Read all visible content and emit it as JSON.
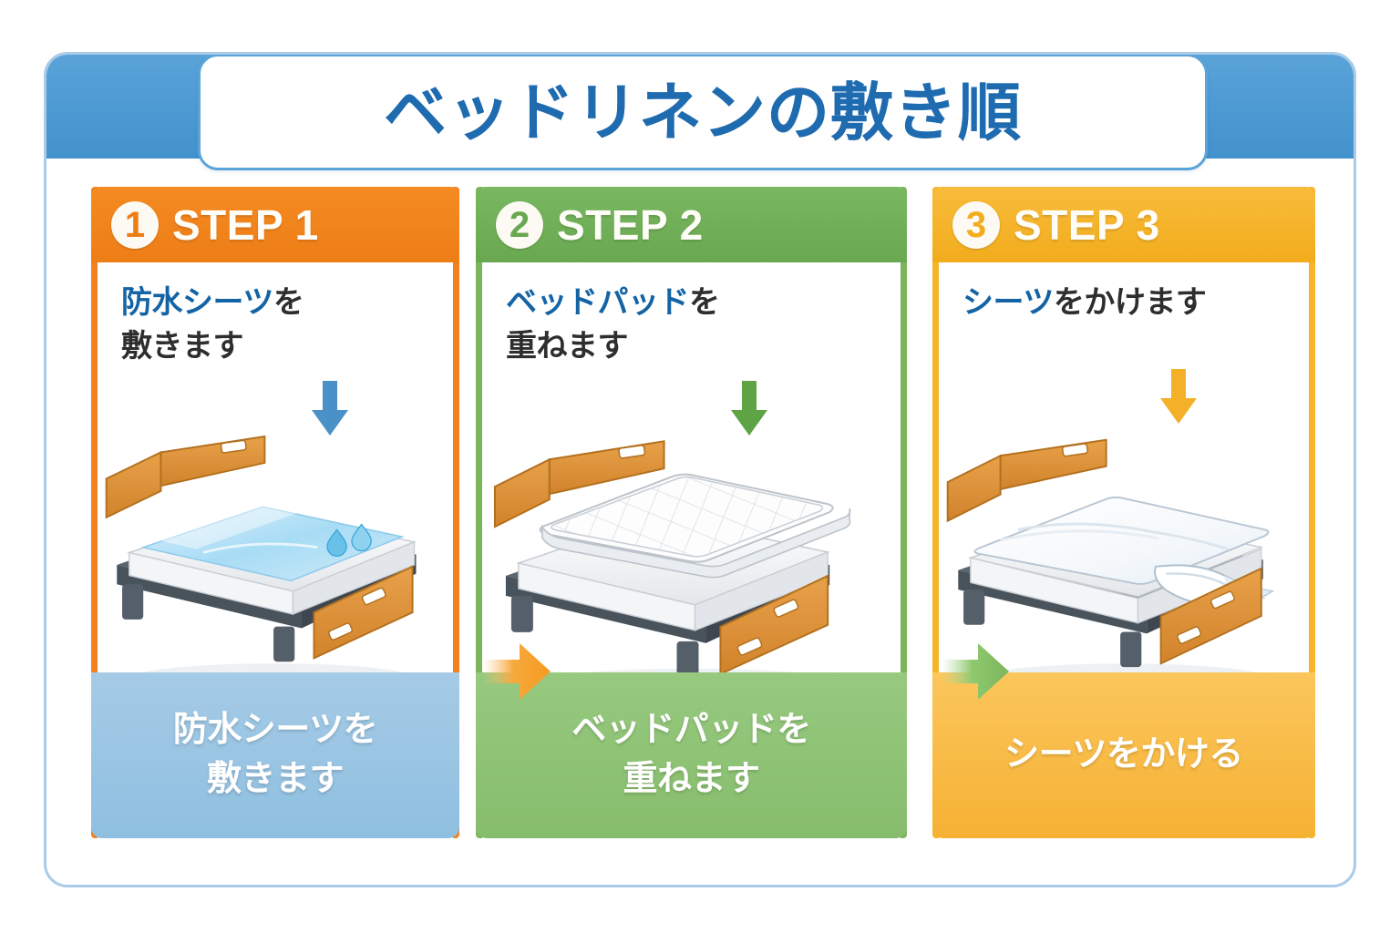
{
  "header": {
    "title": "ベッドリネンの敷き順"
  },
  "theme": {
    "outer_border": "#a9cbe8",
    "topbar": "#4391cd",
    "title_color": "#1f6bb0",
    "highlight_text": "#1464a5",
    "body_text": "#2e2e2e"
  },
  "connectors": [
    {
      "name": "arrow-step1-to-step2",
      "color": "#F59A23",
      "direction": "right"
    },
    {
      "name": "arrow-step2-to-step3",
      "color": "#7CB55C",
      "direction": "right"
    }
  ],
  "steps": [
    {
      "number": "1",
      "label": "STEP 1",
      "header_color": "#F2821E",
      "header_dark": "#E0761A",
      "accent_color": "#F2821E",
      "caption_color": "#9CC5E3",
      "down_arrow_color": "#4A91C8",
      "instruction_highlight": "防水シーツ",
      "instruction_rest": "を",
      "instruction_line2": "敷きます",
      "caption_line1": "防水シーツを",
      "caption_line2": "敷きます",
      "illustration": "bed-with-waterproof-sheet",
      "illustration_detail": "水滴マーク付き防水シーツ"
    },
    {
      "number": "2",
      "label": "STEP 2",
      "header_color": "#6FAF55",
      "header_dark": "#5E9C46",
      "accent_color": "#7CB55C",
      "caption_color": "#93C47D",
      "down_arrow_color": "#5EA344",
      "instruction_highlight": "ベッドパッド",
      "instruction_rest": "を",
      "instruction_line2": "重ねます",
      "caption_line1": "ベッドパッドを",
      "caption_line2": "重ねます",
      "illustration": "bed-with-quilted-pad",
      "illustration_detail": "キルティングのベッドパッド"
    },
    {
      "number": "3",
      "label": "STEP 3",
      "header_color": "#F5B429",
      "header_dark": "#E2A31C",
      "accent_color": "#F5B429",
      "caption_color": "#F7BD4E",
      "down_arrow_color": "#F5B02A",
      "instruction_highlight": "シーツ",
      "instruction_rest": "をかけます",
      "instruction_line2": "",
      "caption_line1": "シーツをかける",
      "caption_line2": "",
      "illustration": "bed-with-top-sheet",
      "illustration_detail": "めくれた角のあるシーツ"
    }
  ]
}
